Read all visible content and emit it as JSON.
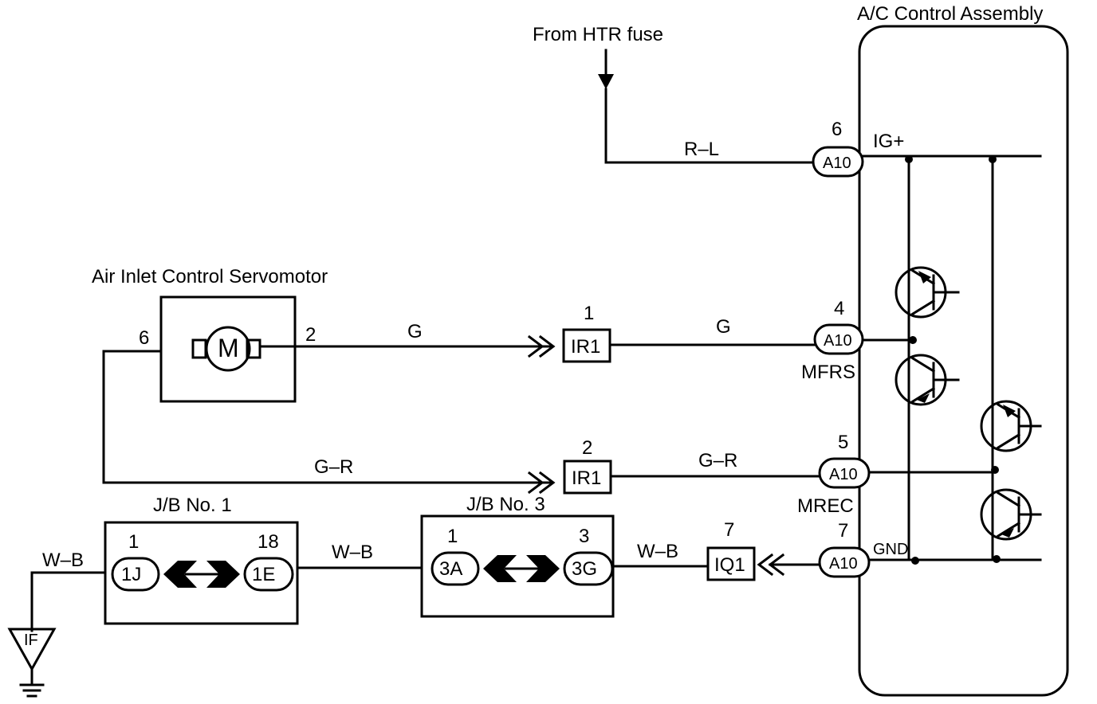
{
  "assembly": {
    "title": "A/C Control Assembly"
  },
  "source": {
    "label": "From HTR fuse"
  },
  "servomotor": {
    "title": "Air Inlet Control Servomotor",
    "motor": "M",
    "pin_left": "6",
    "pin_right": "2"
  },
  "wires": {
    "r_l": "R–L",
    "g_left": "G",
    "g_right": "G",
    "gr_left": "G–R",
    "gr_right": "G–R",
    "wb_ground": "W–B",
    "wb_jb": "W–B",
    "wb_iq1": "W–B"
  },
  "connectors": {
    "a10_pin6": {
      "pin": "6",
      "label": "A10",
      "signal": "IG+"
    },
    "a10_pin4": {
      "pin": "4",
      "label": "A10",
      "signal": "MFRS"
    },
    "a10_pin5": {
      "pin": "5",
      "label": "A10",
      "signal": "MREC"
    },
    "a10_pin7": {
      "pin": "7",
      "label": "A10",
      "signal": "GND"
    },
    "ir1_pin1": {
      "pin": "1",
      "label": "IR1"
    },
    "ir1_pin2": {
      "pin": "2",
      "label": "IR1"
    },
    "iq1_pin7": {
      "pin": "7",
      "label": "IQ1"
    }
  },
  "jb1": {
    "title": "J/B No. 1",
    "left_pin": "1",
    "left_label": "1J",
    "right_pin": "18",
    "right_label": "1E"
  },
  "jb3": {
    "title": "J/B No. 3",
    "left_pin": "1",
    "left_label": "3A",
    "right_pin": "3",
    "right_label": "3G"
  },
  "ground": {
    "label": "IF"
  }
}
